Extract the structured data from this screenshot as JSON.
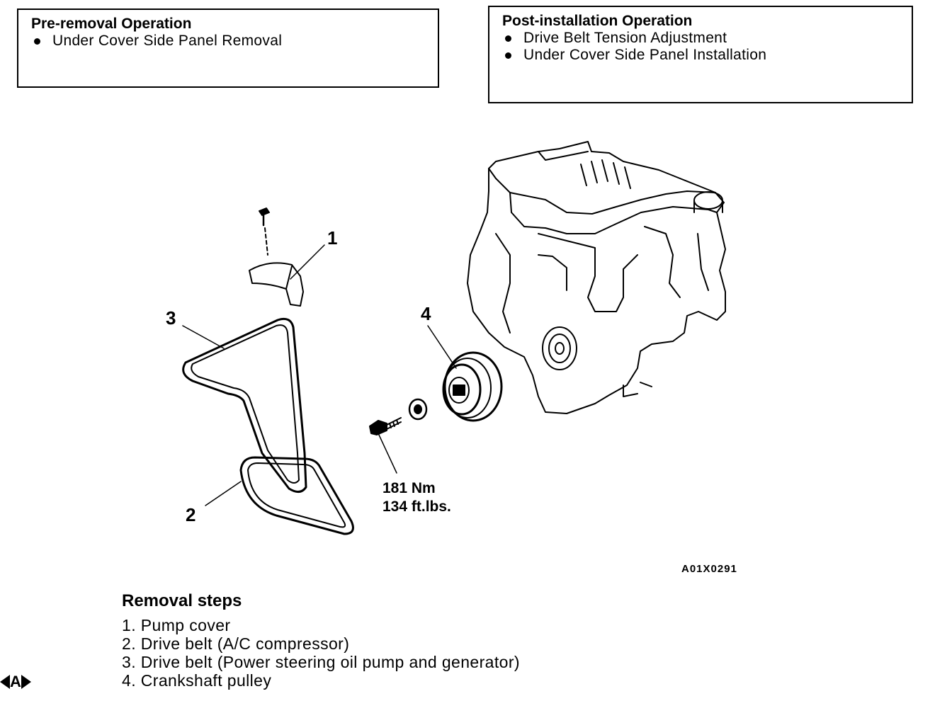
{
  "pre_removal": {
    "title": "Pre-removal Operation",
    "items": [
      "Under Cover Side Panel Removal"
    ]
  },
  "post_installation": {
    "title": "Post-installation Operation",
    "items": [
      "Drive Belt Tension Adjustment",
      "Under Cover Side Panel Installation"
    ]
  },
  "diagram": {
    "callouts": [
      "1",
      "2",
      "3",
      "4"
    ],
    "torque": {
      "nm": "181 Nm",
      "ftlbs": "134 ft.lbs."
    },
    "figure_code": "A01X0291"
  },
  "removal_steps": {
    "title": "Removal steps",
    "steps": [
      "1. Pump cover",
      "2. Drive belt (A/C compressor)",
      "3. Drive belt (Power steering oil pump and generator)",
      "4. Crankshaft pulley"
    ],
    "marker": "A"
  }
}
